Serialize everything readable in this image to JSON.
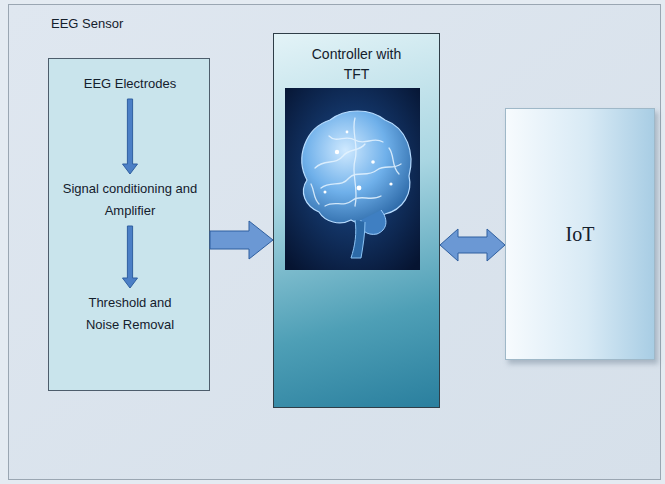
{
  "diagram": {
    "nodes": [
      {
        "text": [
          "EEG Sensor"
        ]
      },
      {
        "text": [
          "EEG Electrodes"
        ],
        "in": 0
      },
      {
        "text": [
          "Signal conditioning and Amplifier"
        ],
        "in": 0
      },
      {
        "text": [
          "Threshold and Noise Removal"
        ],
        "in": 0
      },
      {
        "text": [
          "Controller with TFT"
        ]
      },
      {
        "text": [
          "IoT"
        ]
      }
    ],
    "edges": [
      {
        "from": 1,
        "to": 2,
        "arrow": "to"
      },
      {
        "from": 2,
        "to": 3,
        "arrow": "to"
      },
      {
        "from": 0,
        "to": 4,
        "arrow": "to"
      },
      {
        "from": 4,
        "to": 5,
        "arrow": "both"
      }
    ]
  }
}
